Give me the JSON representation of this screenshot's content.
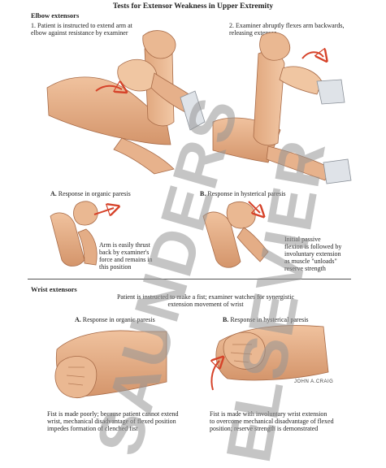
{
  "title": "Tests for Extensor Weakness in Upper Extremity",
  "elbow": {
    "heading": "Elbow extensors",
    "step1": [
      "1. Patient is instructed to extend arm at",
      "elbow against resistance by examiner"
    ],
    "step2": [
      "2. Examiner abruptly flexes arm backwards,",
      "releasing extensor"
    ],
    "responseA": {
      "letter": "A.",
      "text": "Response in organic paresis"
    },
    "responseB": {
      "letter": "B.",
      "text": "Response in hysterical paresis"
    },
    "noteA": [
      "Arm is easily thrust",
      "back by examiner's",
      "force and remains in",
      "this position"
    ],
    "noteB": [
      "Initial passive",
      "flexion is followed by",
      "involuntary extension",
      "as muscle \"unloads\"",
      "reserve strength"
    ]
  },
  "wrist": {
    "heading": "Wrist extensors",
    "instruction": [
      "Patient is instructed to make a fist; examiner watches for synergistic",
      "extension movement of wrist"
    ],
    "responseA": {
      "letter": "A.",
      "text": "Response in organic paresis"
    },
    "responseB": {
      "letter": "B.",
      "text": "Response in hysterical paresis"
    },
    "noteA": [
      "Fist is made poorly; because patient cannot extend",
      "wrist, mechanical disadvantage of flexed position",
      "impedes formation of clenched fist"
    ],
    "noteB": [
      "Fist is made with involuntary wrist extension",
      "to overcome mechanical disadvantage of flexed",
      "position; reserve strength is demonstrated"
    ]
  },
  "signature": "JOHN A.CRAIG",
  "watermarks": [
    "SAUNDERS",
    "ELSEVIER"
  ],
  "colors": {
    "skin": "#e9b48c",
    "skin_shadow": "#c98a63",
    "arrow": "#d6432a",
    "cuff": "#d7dbe0"
  }
}
